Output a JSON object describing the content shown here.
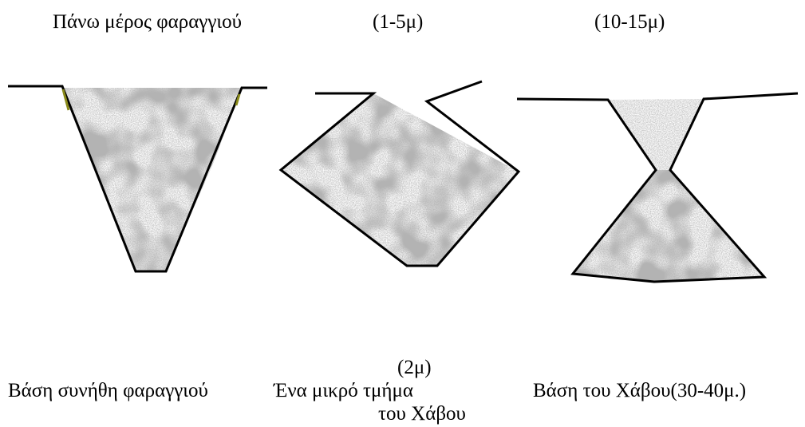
{
  "labels": {
    "top_gorge": "Πάνω μέρος  φαραγγιού",
    "middle_width": "(1-5μ)",
    "right_width": "(10-15μ)",
    "bottom_middle_width": "(2μ)",
    "base_normal_gorge": "Βάση συνήθη φαραγγιού",
    "small_section_line1": "Ένα μικρό τμήμα",
    "small_section_line2": "του Χάβου",
    "base_havos": "Βάση του Χάβου(30-40μ.)"
  },
  "colors": {
    "fill": "#9a9a9a",
    "outline": "#000000",
    "accent": "#8a8a1a",
    "background": "#ffffff"
  }
}
